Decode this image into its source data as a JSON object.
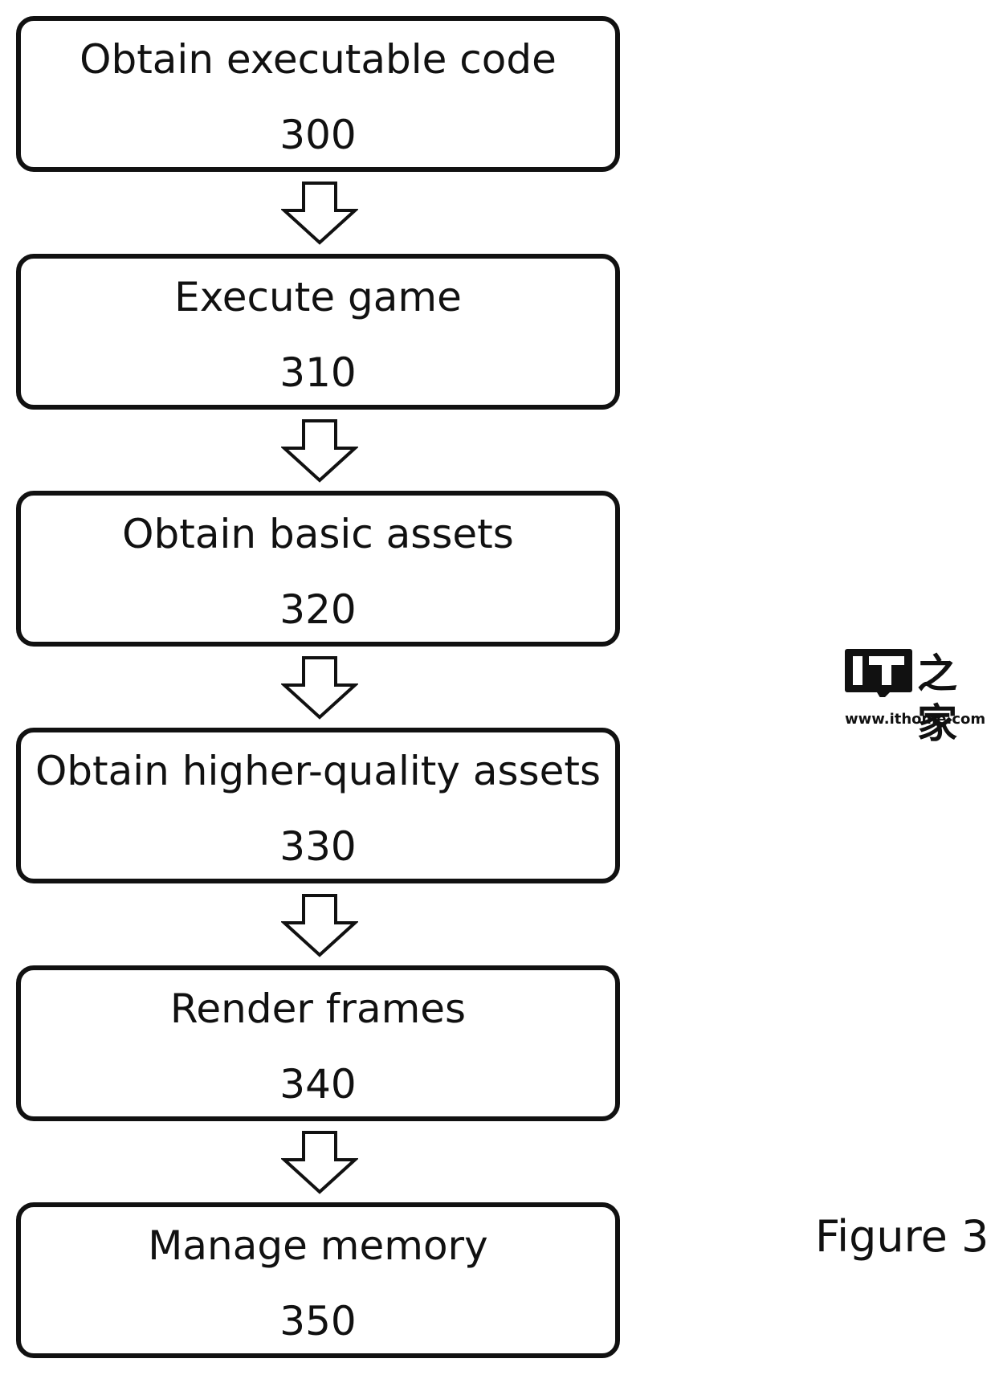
{
  "flowchart": {
    "steps": [
      {
        "label": "Obtain executable code",
        "number": "300"
      },
      {
        "label": "Execute game",
        "number": "310"
      },
      {
        "label": "Obtain basic assets",
        "number": "320"
      },
      {
        "label": "Obtain higher-quality assets",
        "number": "330"
      },
      {
        "label": "Render frames",
        "number": "340"
      },
      {
        "label": "Manage memory",
        "number": "350"
      }
    ]
  },
  "caption": "Figure 3",
  "watermark": {
    "logo_text": "IT",
    "logo_cjk": "之家",
    "url": "www.ithome.com"
  },
  "colors": {
    "stroke": "#111111",
    "background": "#ffffff"
  }
}
